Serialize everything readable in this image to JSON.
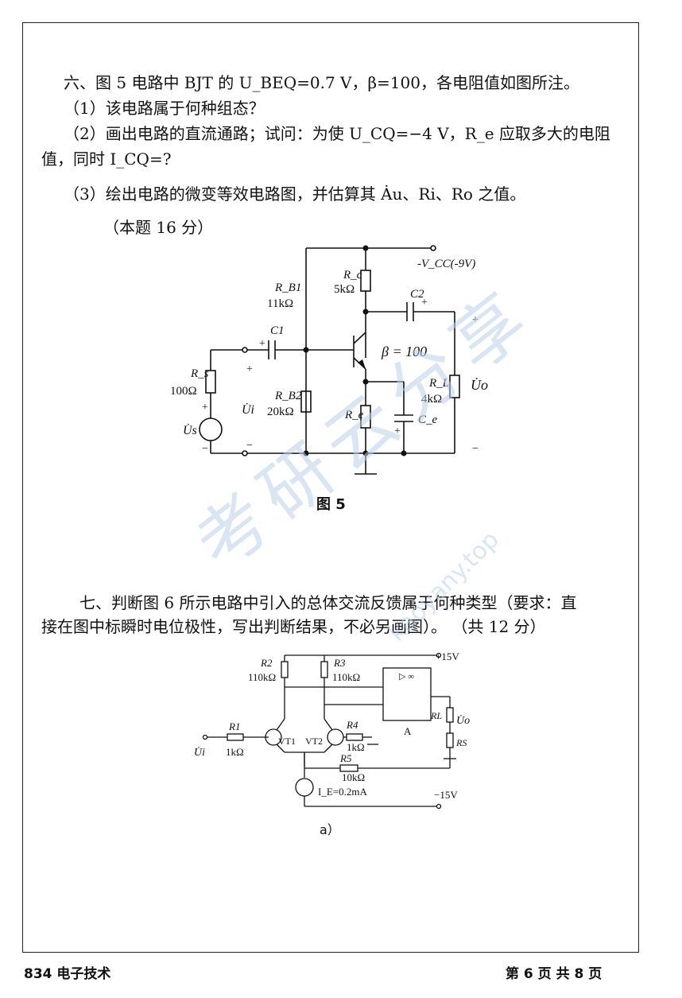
{
  "q6": {
    "line1": "六、图 5 电路中 BJT 的 U_BEQ=0.7 V，β=100，各电阻值如图所注。",
    "line2": "（1）该电路属于何种组态？",
    "line3": "（2）画出电路的直流通路；试问：为使 U_CQ=−4 V，R_e 应取多大的电阻",
    "line4": "值，同时 I_CQ=?",
    "line5": "（3）绘出电路的微变等效电路图，并估算其 Ȧu、Ri、Ro 之值。",
    "line6": "（本题 16 分）"
  },
  "fig5": {
    "caption": "图 5",
    "vcc": "-V_CC(-9V)",
    "rb1_name": "R_B1",
    "rb1_val": "11kΩ",
    "rc_name": "R_c",
    "rc_val": "5kΩ",
    "c1": "C1",
    "c2": "C2",
    "beta": "β = 100",
    "rs_name": "R_s",
    "rs_val": "100Ω",
    "ui": "U̇i",
    "us": "U̇s",
    "rb2_name": "R_B2",
    "rb2_val": "20kΩ",
    "re": "R_e",
    "ce": "C_e",
    "rl_name": "R_L",
    "rl_val": "4kΩ",
    "uo": "U̇o",
    "plus": "+",
    "minus": "−"
  },
  "q7": {
    "line1": "七、判断图 6 所示电路中引入的总体交流反馈属于何种类型（要求：直",
    "line2": "接在图中标瞬时电位极性，写出判断结果，不必另画图）。 （共 12 分）"
  },
  "fig6": {
    "caption": "a）",
    "r2": "R2",
    "r2_val": "110kΩ",
    "r3": "R3",
    "r3_val": "110kΩ",
    "vplus": "+15V",
    "vminus": "−15V",
    "r1": "R1",
    "r1_val": "1kΩ",
    "vt1": "VT1",
    "vt2": "VT2",
    "r4": "R4",
    "r4_val": "1kΩ",
    "r5": "R5",
    "r5_val": "10kΩ",
    "ie": "I_E=0.2mA",
    "rl": "RL",
    "rs": "RS",
    "amp": "A",
    "inf": "▷ ∞",
    "ui": "U̇i",
    "uo": "U̇o"
  },
  "footer": {
    "left": "834 电子技术",
    "right": "第 6 页 共 8 页"
  },
  "watermark": {
    "chars": "考研云分享",
    "url": "kaoyany.top"
  }
}
